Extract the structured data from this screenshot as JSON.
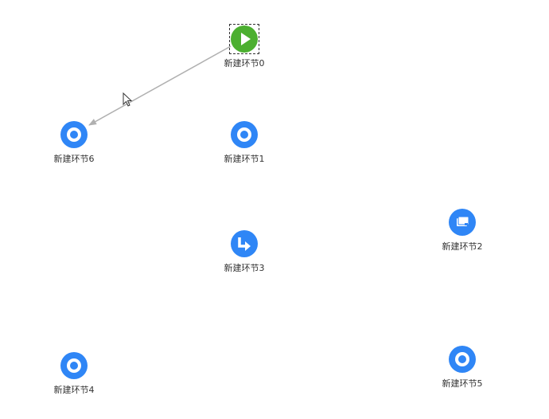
{
  "colors": {
    "accent_blue": "#2f86f6",
    "start_green": "#4caf30",
    "edge_gray": "#b0b0b0",
    "label_text": "#333333"
  },
  "nodes": [
    {
      "id": "n0",
      "label": "新建环节0",
      "icon": "play-icon",
      "type": "start",
      "selected": true
    },
    {
      "id": "n1",
      "label": "新建环节1",
      "icon": "target-icon",
      "type": "task"
    },
    {
      "id": "n2",
      "label": "新建环节2",
      "icon": "window-icon",
      "type": "subprocess"
    },
    {
      "id": "n3",
      "label": "新建环节3",
      "icon": "turn-right-arrow-icon",
      "type": "branch"
    },
    {
      "id": "n4",
      "label": "新建环节4",
      "icon": "target-icon",
      "type": "task"
    },
    {
      "id": "n5",
      "label": "新建环节5",
      "icon": "target-icon",
      "type": "task"
    },
    {
      "id": "n6",
      "label": "新建环节6",
      "icon": "target-icon",
      "type": "task"
    }
  ],
  "edges": [
    {
      "from": "新建环节0",
      "to": "新建环节6"
    }
  ]
}
